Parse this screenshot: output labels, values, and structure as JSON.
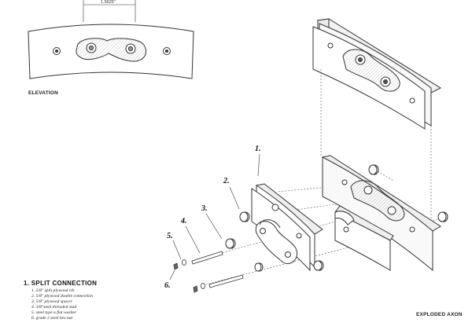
{
  "dimension_text": "1.5625\"",
  "labels": {
    "elevation": "ELEVATION",
    "exploded_axon": "EXPLODED AXON"
  },
  "callouts": [
    "1.",
    "2.",
    "3.",
    "4.",
    "5.",
    "6."
  ],
  "legend": {
    "title": "1. SPLIT CONNECTION",
    "items": [
      "1. 5/8\" split plywood rib",
      "2. 5/8\" plywood double connection",
      "3. 5/8\" plywood spacer",
      "4. 3/8\"steel threaded stud",
      "5. steel type a flat washer",
      "6. grade 2 steel hex nut"
    ]
  }
}
